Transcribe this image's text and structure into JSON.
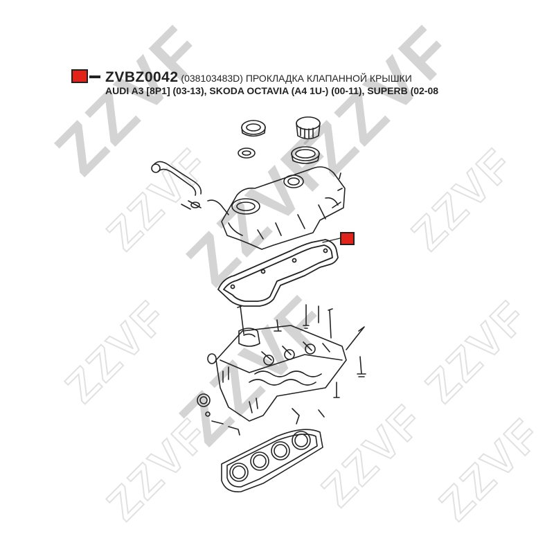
{
  "header": {
    "part_code": "ZVBZ0042",
    "line1_rest": " (038103483D) ПРОКЛАДКА КЛАПАННОЙ КРЫШКИ",
    "line2": "AUDI A3 [8P1] (03-13), SKODA OCTAVIA  (A4 1U-) (00-11), SUPERB (02-08"
  },
  "watermark": {
    "text": "ZZVF"
  },
  "colors": {
    "marker": "#e2231a",
    "lines": "#222222"
  },
  "icons": {
    "legend_marker": "red-square-marker",
    "callout_marker": "red-square-marker"
  }
}
